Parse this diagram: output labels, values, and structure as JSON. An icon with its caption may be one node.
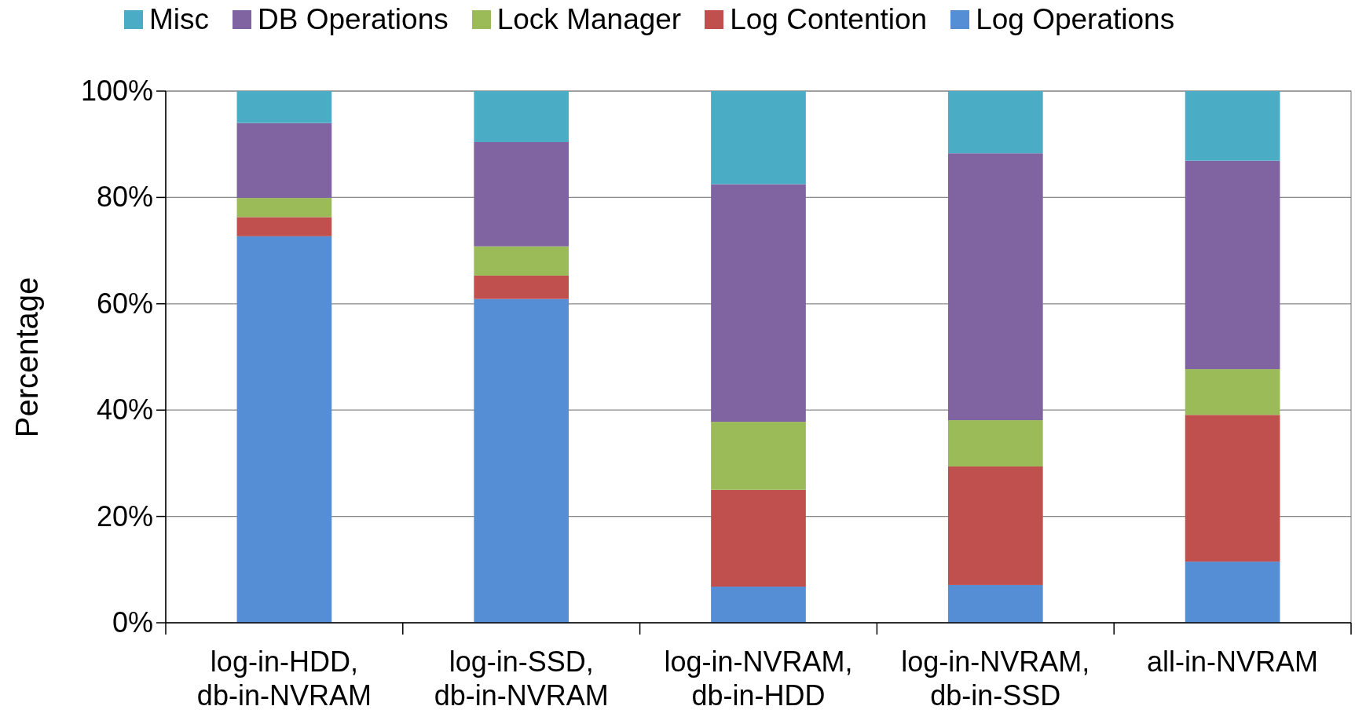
{
  "diagram": {
    "chart_data": {
      "type": "bar",
      "stacked": true,
      "orientation": "vertical",
      "ylabel": "Percentage",
      "categories": [
        "log-in-HDD, db-in-NVRAM",
        "log-in-SSD, db-in-NVRAM",
        "log-in-NVRAM, db-in-HDD",
        "log-in-NVRAM, db-in-SSD",
        "all-in-NVRAM"
      ],
      "ylim": [
        0,
        100
      ],
      "grid": true,
      "legend": true,
      "yticks": [
        {
          "value": 0,
          "label": "0%"
        },
        {
          "value": 20,
          "label": "20%"
        },
        {
          "value": 40,
          "label": "40%"
        },
        {
          "value": 60,
          "label": "60%"
        },
        {
          "value": 80,
          "label": "80%"
        },
        {
          "value": 100,
          "label": "100%"
        }
      ],
      "series": [
        {
          "name": "Log Operations",
          "color": "#558ed5",
          "values": [
            72.7,
            60.9,
            6.8,
            7.1,
            11.5
          ]
        },
        {
          "name": "Log Contention",
          "color": "#c0504d",
          "values": [
            3.6,
            4.4,
            18.2,
            22.3,
            27.6
          ]
        },
        {
          "name": "Lock Manager",
          "color": "#9bbb59",
          "values": [
            3.6,
            5.5,
            12.8,
            8.7,
            8.6
          ]
        },
        {
          "name": "DB Operations",
          "color": "#8064a2",
          "values": [
            14.1,
            19.6,
            44.7,
            50.2,
            39.2
          ]
        },
        {
          "name": "Misc",
          "color": "#4bacc6",
          "values": [
            6.0,
            9.6,
            17.5,
            11.7,
            13.1
          ]
        }
      ]
    }
  }
}
